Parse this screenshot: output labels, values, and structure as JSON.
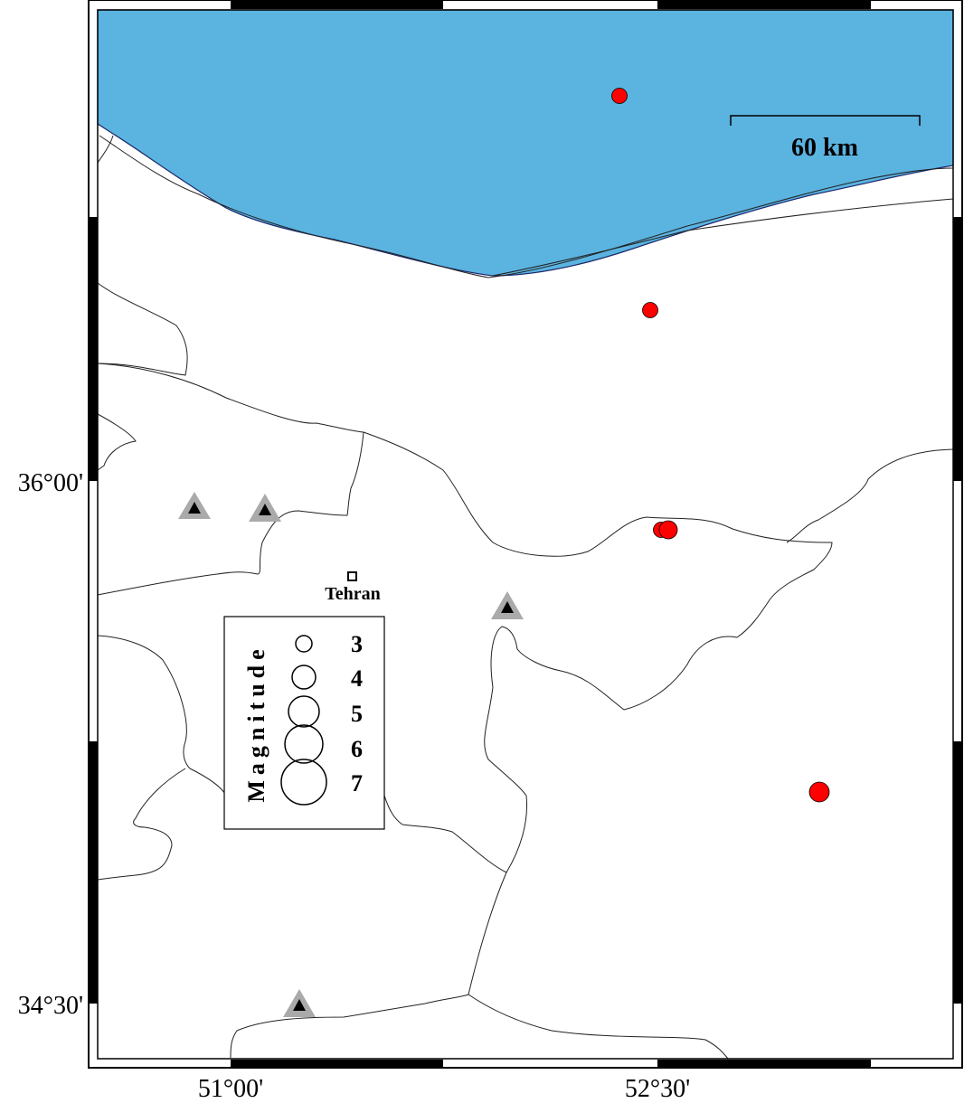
{
  "map": {
    "sea_color": "#5bb3e0",
    "land_color": "#ffffff",
    "event_color": "#ff0000",
    "station_fill": "#000000",
    "station_halo": "#aaaaaa"
  },
  "axes": {
    "x_ticks": [
      "51°00'",
      "52°30'"
    ],
    "y_ticks": [
      "36°00'",
      "34°30'"
    ]
  },
  "scale_bar": {
    "label": "60 km"
  },
  "city": {
    "name": "Tehran"
  },
  "legend": {
    "title": "Magnitude",
    "sizes": [
      "3",
      "4",
      "5",
      "6",
      "7"
    ]
  },
  "icons": {
    "event": "red-circle-icon",
    "station": "triangle-station-icon",
    "city": "square-city-icon"
  }
}
